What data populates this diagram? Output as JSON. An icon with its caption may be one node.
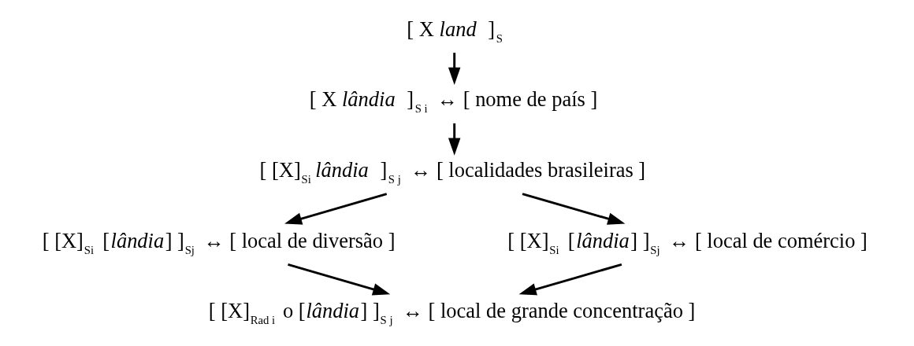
{
  "diagram": {
    "nodes": [
      {
        "text": [
          "[ X *land* ]$_{S}$"
        ]
      },
      {
        "text": [
          "[ X *lândia* ]$_{S i}$ ↔ [ nome de país ]"
        ]
      },
      {
        "text": [
          "[ [X]$_{Si}$ *lândia* ]$_{S j}$ ↔ [ localidades brasileiras ]"
        ]
      },
      {
        "text": [
          "[ [X]$_{Si}$ [*lândia*] ]$_{Sj}$ ↔ [ local de diversão ]"
        ]
      },
      {
        "text": [
          "[ [X]$_{Si}$ [*lândia*] ]$_{Sj}$ ↔ [ local de comércio ]"
        ]
      },
      {
        "text": [
          "[ [X]$_{Rad i}$ o [*lândia*] ]$_{S j}$ ↔ [ local de grande concentração ]"
        ]
      }
    ],
    "edges": [
      {
        "from": 0,
        "to": 1,
        "arrow": "to"
      },
      {
        "from": 1,
        "to": 2,
        "arrow": "to"
      },
      {
        "from": 2,
        "to": 3,
        "arrow": "to"
      },
      {
        "from": 2,
        "to": 4,
        "arrow": "to"
      },
      {
        "from": 3,
        "to": 5,
        "arrow": "to"
      },
      {
        "from": 4,
        "to": 5,
        "arrow": "to"
      }
    ]
  }
}
